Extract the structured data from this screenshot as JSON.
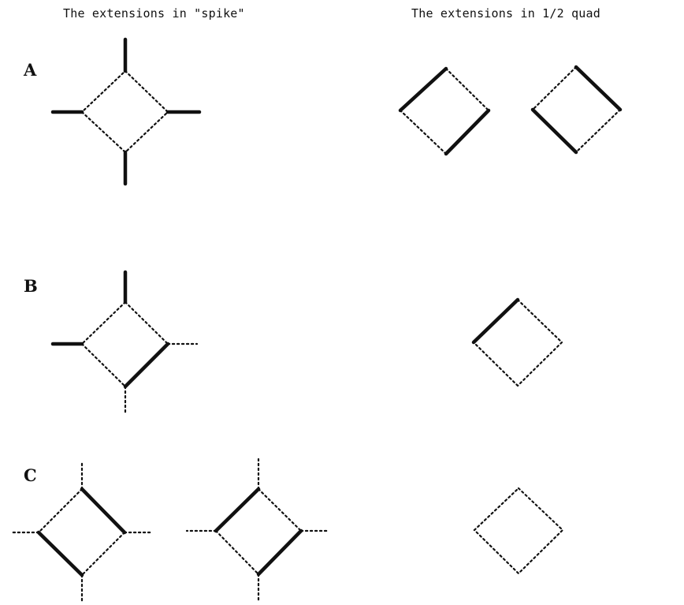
{
  "headers": {
    "left": "The extensions in \"spike\"",
    "right": "The extensions in 1/2 quad"
  },
  "rows": {
    "a": "A",
    "b": "B",
    "c": "C"
  },
  "colors": {
    "ink": "#111111",
    "background": "#ffffff"
  }
}
